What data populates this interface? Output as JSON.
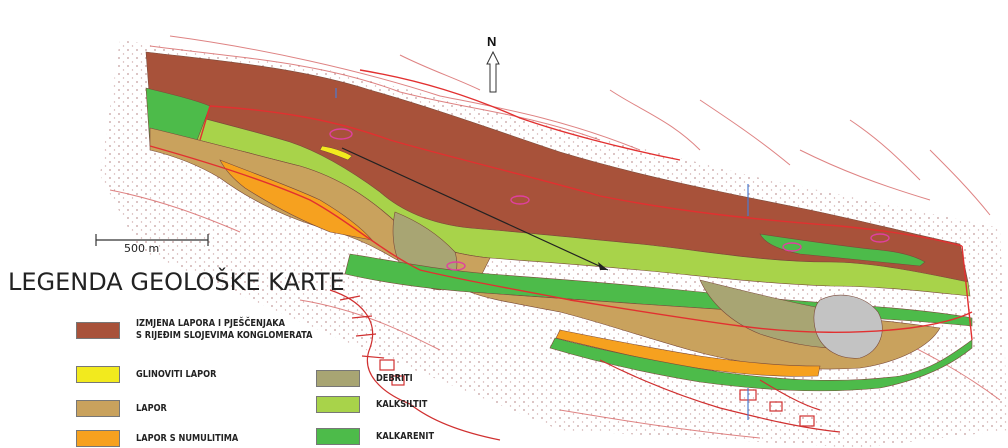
{
  "north_label": "N",
  "scale_label": "500 m",
  "legend": {
    "title": "LEGENDA GEOLOŠKE KARTE",
    "items": [
      {
        "line1": "IZMJENA LAPORA I PJEŠČENJAKA",
        "line2": "S RIJEĐIM SLOJEVIMA KONGLOMERATA",
        "color": "#a8523a"
      },
      {
        "line1": "GLINOVITI LAPOR",
        "line2": "",
        "color": "#f2ea1e"
      },
      {
        "line1": "LAPOR",
        "line2": "",
        "color": "#c9a25d"
      },
      {
        "line1": "LAPOR S NUMULITIMA",
        "line2": "",
        "color": "#f6a11f"
      },
      {
        "line1": "DEBRITI",
        "line2": "",
        "color": "#a8a573"
      },
      {
        "line1": "KALKSILTIT",
        "line2": "",
        "color": "#a8d34a"
      },
      {
        "line1": "KALKARENIT",
        "line2": "",
        "color": "#4dbb4a"
      }
    ]
  },
  "colors": {
    "flysch": "#a8523a",
    "clay_marl": "#f2ea1e",
    "marl": "#c9a25d",
    "nummulite_marl": "#f6a11f",
    "debrites": "#a8a573",
    "calcsiltite": "#a8d34a",
    "calcarenite": "#4dbb4a",
    "quarry": "#c3c3c3",
    "outline": "#e23030",
    "annotation": "#e040a0"
  }
}
